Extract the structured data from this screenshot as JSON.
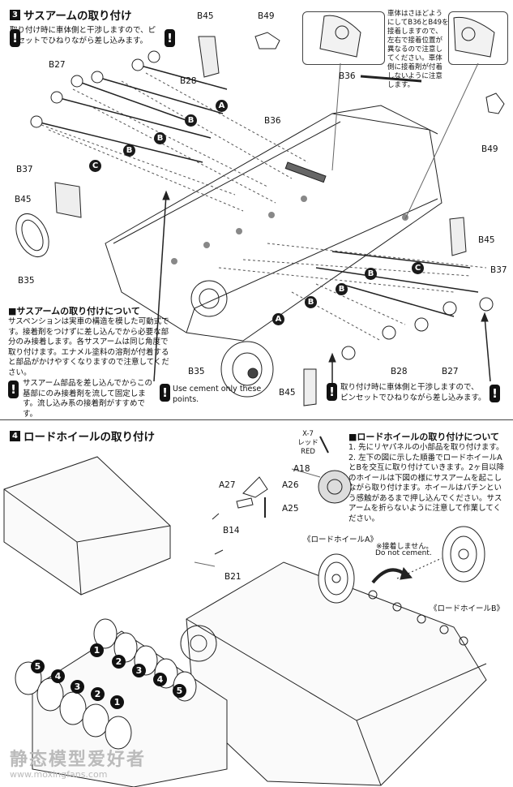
{
  "step3": {
    "number": "3",
    "title": "サスアームの取り付け",
    "tip_top": "取り付け時に車体側と干渉しますので、ピンセットでひねりながら差し込みます。",
    "detail_note": "車体はさほどようにしてB36とB49を接着しますので、左右で接着位置が異なるので注意してください。車体側に接着剤が付着しないように注意します。",
    "about_title": "■サスアームの取り付けについて",
    "about_body": "サスペンションは実車の構造を模した可動式です。接着剤をつけずに差し込んでから必要な部分のみ接着します。各サスアームは同じ角度で取り付けます。エナメル塗料の溶剤が付着すると部品がかけやすくなりますので注意してください。",
    "cement_note": "サスアーム部品を差し込んでからこの基部にのみ接着剤を流して固定します。流し込み系の接着剤がすすめです。",
    "cement_en": "Use cement only these points.",
    "tip_bottom": "取り付け時に車体側と干渉しますので、ピンセットでひねりながら差し込みます。",
    "labels": {
      "b45": "B45",
      "b49": "B49",
      "b27": "B27",
      "b28": "B28",
      "b36": "B36",
      "b37": "B37",
      "b35": "B35"
    },
    "circles": {
      "a": "A",
      "b": "B",
      "c": "C"
    }
  },
  "step4": {
    "number": "4",
    "title": "ロードホイールの取り付け",
    "about_title": "■ロードホイールの取り付けについて",
    "about_body_1": "1. 先にリヤパネルの小部品を取り付けます。",
    "about_body_2": "2. 左下の図に示した順番でロードホイールAとBを交互に取り付けていきます。2ヶ目以降のホイールは下図の様にサスアームを起こしながら取り付けます。ホイールはパチンという感触があるまで押し込んでください。サスアームを折らないように注意して作業してください。",
    "paint": {
      "code": "X-7",
      "jp": "レッド",
      "en": "RED"
    },
    "labels": {
      "a18": "A18",
      "a26": "A26",
      "a27": "A27",
      "a25": "A25",
      "b14": "B14",
      "b21": "B21"
    },
    "wheel_a": "《ロードホイールA》",
    "wheel_b": "《ロードホイールB》",
    "no_cement_jp": "※接着しません。",
    "no_cement_en": "Do not cement.",
    "order": [
      "1",
      "2",
      "3",
      "4",
      "5"
    ]
  },
  "watermark": {
    "text": "静态模型爱好者",
    "url": "www.moxingfans.com"
  }
}
